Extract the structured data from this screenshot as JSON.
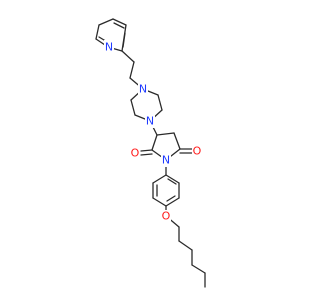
{
  "molecule": {
    "atoms": {
      "pyridine_n": "N",
      "piperazine_n_top": "N",
      "piperazine_n_bottom": "N",
      "imide_n": "N",
      "carbonyl_o_left": "O",
      "carbonyl_o_right": "O",
      "ether_o": "O"
    },
    "colors": {
      "bond": "#2b2b2b",
      "nitrogen": "#1f3bff",
      "oxygen": "#ff1a1a",
      "background": "#ffffff"
    }
  }
}
